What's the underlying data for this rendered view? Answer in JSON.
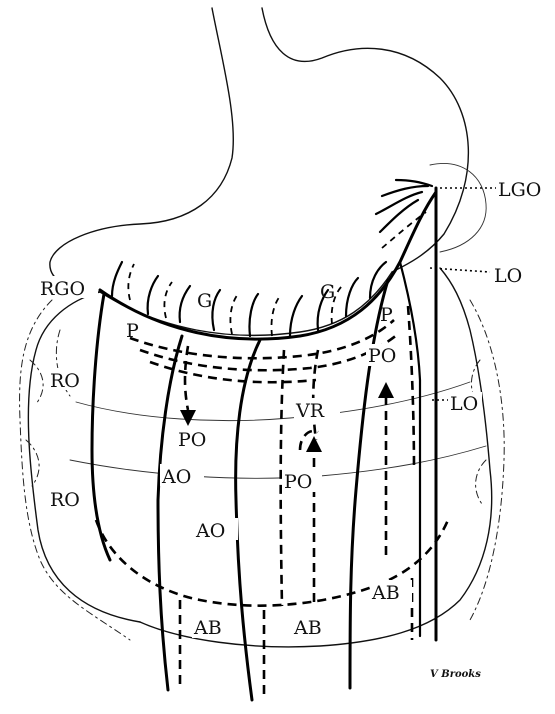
{
  "figure": {
    "labels": {
      "lgo": "LGO",
      "lo_right": "LO",
      "rgo": "RGO",
      "g_left": "G",
      "g_right": "G",
      "p_left": "P",
      "p_right": "P",
      "ro_upper": "RO",
      "ro_lower": "RO",
      "po_left": "PO",
      "po_center": "PO",
      "po_right": "PO",
      "vr": "VR",
      "lo_mid": "LO",
      "ao_upper": "AO",
      "ao_lower": "AO",
      "ab_right": "AB",
      "ab_left": "AB",
      "ab_center": "AB"
    },
    "signature": "V Brooks"
  }
}
